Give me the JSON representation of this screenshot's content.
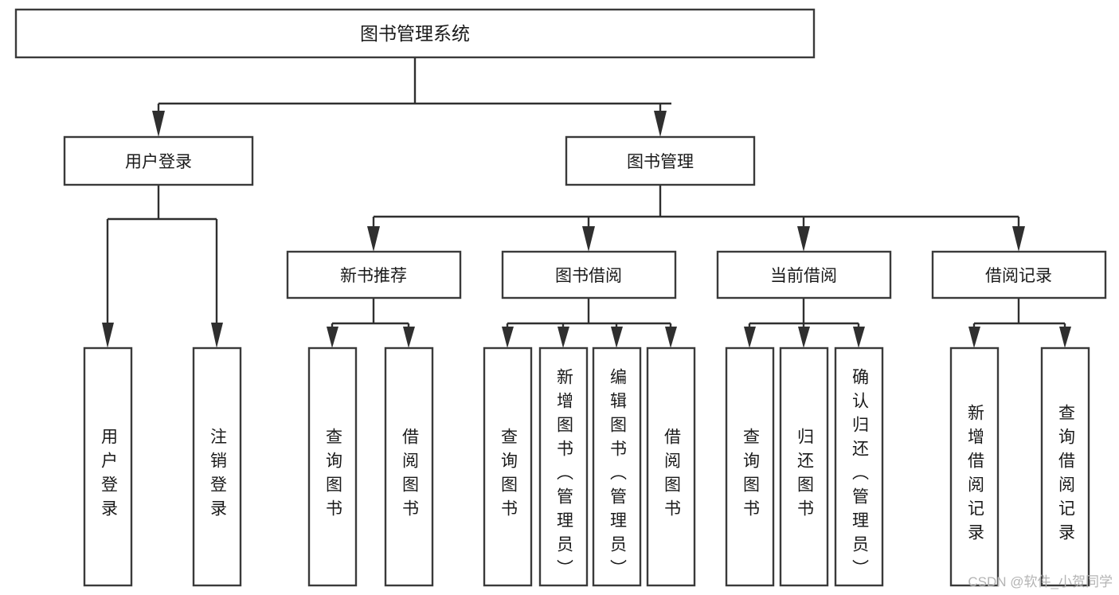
{
  "diagram": {
    "type": "tree-hierarchy-chart",
    "title": "图书管理系统",
    "watermark": "CSDN @软件_小贺同学",
    "colors": {
      "box_stroke": "#3a3a3a",
      "edge_stroke": "#2f2f2f",
      "box_fill": "#ffffff",
      "text": "#1a1a1a",
      "watermark": "#b4b4b4"
    },
    "levels": {
      "root": {
        "label": "图书管理系统"
      },
      "level2": [
        {
          "label": "用户登录"
        },
        {
          "label": "图书管理"
        }
      ],
      "level3": [
        {
          "label": "新书推荐"
        },
        {
          "label": "图书借阅"
        },
        {
          "label": "当前借阅"
        },
        {
          "label": "借阅记录"
        }
      ],
      "leaves": {
        "user_login": [
          {
            "label": "用户登录"
          },
          {
            "label": "注销登录"
          }
        ],
        "new_book_recommend": [
          {
            "label": "查询图书"
          },
          {
            "label": "借阅图书"
          }
        ],
        "book_borrow": [
          {
            "label": "查询图书"
          },
          {
            "label": "新增图书（管理员）"
          },
          {
            "label": "编辑图书（管理员）"
          },
          {
            "label": "借阅图书"
          }
        ],
        "current_borrow": [
          {
            "label": "查询图书"
          },
          {
            "label": "归还图书"
          },
          {
            "label": "确认归还（管理员）"
          }
        ],
        "borrow_record": [
          {
            "label": "新增借阅记录"
          },
          {
            "label": "查询借阅记录"
          }
        ]
      }
    }
  }
}
